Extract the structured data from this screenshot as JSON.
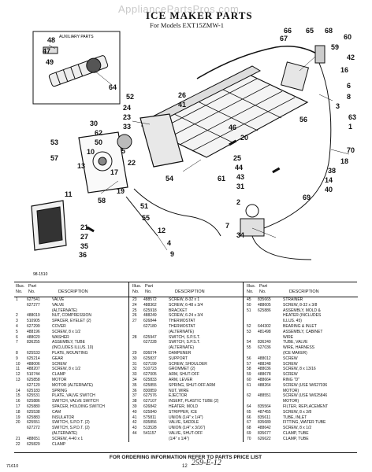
{
  "watermark": "AppliancePartsPros.com",
  "header": {
    "title": "ICE MAKER PARTS",
    "subtitle": "For Models EXT15ZMW-1"
  },
  "diagram": {
    "aux_title": "AUXILIARY PARTS",
    "figure_code": "98-1510",
    "callouts": [
      "48",
      "47",
      "49",
      "64",
      "66",
      "67",
      "65",
      "68",
      "60",
      "59",
      "42",
      "16",
      "6",
      "8",
      "3",
      "63",
      "1",
      "70",
      "52",
      "24",
      "23",
      "33",
      "30",
      "62",
      "50",
      "53",
      "57",
      "10",
      "5",
      "26",
      "41",
      "51",
      "55",
      "46",
      "20",
      "61",
      "13",
      "54",
      "22",
      "17",
      "19",
      "58",
      "11",
      "21",
      "27",
      "35",
      "36",
      "18",
      "38",
      "14",
      "40",
      "69",
      "25",
      "44",
      "43",
      "31",
      "2",
      "34",
      "7",
      "56",
      "12",
      "4",
      "9"
    ]
  },
  "table": {
    "headers": {
      "illus": "Illus.",
      "no": "No.",
      "part": "Part",
      "part_no": "No.",
      "desc": "DESCRIPTION"
    },
    "columns": [
      [
        [
          "1",
          "627541",
          "VALVE"
        ],
        [
          "",
          "627277",
          "VALVE"
        ],
        [
          "",
          "",
          "(ALTERNATE)"
        ],
        [
          "2",
          "488019",
          "NUT, COMPRESSION"
        ],
        [
          "3",
          "510905",
          "SPACER, EYELET (2)"
        ],
        [
          "4",
          "627299",
          "COVER"
        ],
        [
          "5",
          "488196",
          "SCREW, 8 x 1/2"
        ],
        [
          "6",
          "488020",
          "WASHER"
        ],
        [
          "7",
          "836255",
          "ASSEMBLY, TUBE"
        ],
        [
          "",
          "",
          "(INCLUDES ILLUS. 10)"
        ],
        [
          "8",
          "625533",
          "PLATE, MOUNTING"
        ],
        [
          "9",
          "625214",
          "GEAR"
        ],
        [
          "10",
          "488006",
          "SCREW"
        ],
        [
          "11",
          "488207",
          "SCREW, 8 x 1/2"
        ],
        [
          "12",
          "510744",
          "CLAMP"
        ],
        [
          "13",
          "625858",
          "MOTOR"
        ],
        [
          "",
          "627120",
          "MOTOR (ALTERNATE)"
        ],
        [
          "14",
          "625183",
          "SPRING"
        ],
        [
          "15",
          "625531",
          "PLATE, VALVE SWITCH"
        ],
        [
          "16",
          "625886",
          "SWITCH, VALVE SWITCH"
        ],
        [
          "17",
          "625880",
          "SPACER, HOLDING SWITCH"
        ],
        [
          "18",
          "625538",
          "CAM"
        ],
        [
          "19",
          "625883",
          "INSULATOR"
        ],
        [
          "20",
          "625551",
          "SWITCH, S.P.D.T. (2)"
        ],
        [
          "",
          "627272",
          "SWITCH, S.P.D.T. (2)"
        ],
        [
          "",
          "",
          "(ALTERNATE)"
        ],
        [
          "21",
          "488651",
          "SCREW, 4-40 x 1"
        ],
        [
          "22",
          "625829",
          "CLAMP"
        ]
      ],
      [
        [
          "23",
          "488572",
          "SCREW, 8-32 x 1"
        ],
        [
          "24",
          "488362",
          "SCREW, 6-48 x 3/4"
        ],
        [
          "25",
          "625918",
          "BRACKET"
        ],
        [
          "26",
          "488249",
          "SCREW, 6-24 x 3/4"
        ],
        [
          "27",
          "626844",
          "THERMOSTAT"
        ],
        [
          "",
          "627180",
          "THERMOSTAT"
        ],
        [
          "",
          "",
          "(ALTERNATE)"
        ],
        [
          "28",
          "625947",
          "SWITCH, S.P.S.T."
        ],
        [
          "",
          "627228",
          "SWITCH, S.P.S.T."
        ],
        [
          "",
          "",
          "(ALTERNATE)"
        ],
        [
          "29",
          "836074",
          "DAMPENER"
        ],
        [
          "30",
          "625837",
          "SUPPORT"
        ],
        [
          "31",
          "627199",
          "SCREW, SHOULDER"
        ],
        [
          "32",
          "510723",
          "GROMMET (2)"
        ],
        [
          "33",
          "627005",
          "ARM, SHUT-OFF"
        ],
        [
          "34",
          "625833",
          "ARM, LEVER"
        ],
        [
          "35",
          "625855",
          "SPRING, SHUT-OFF ARM"
        ],
        [
          "36",
          "830859",
          "NUT, WIRE"
        ],
        [
          "37",
          "627576",
          "EJECTOR"
        ],
        [
          "38",
          "627107",
          "INSERT, PLASTIC TUBE (2)"
        ],
        [
          "39",
          "626842",
          "HEATER, MOLD"
        ],
        [
          "40",
          "625840",
          "STRIPPER, ICE"
        ],
        [
          "41",
          "575811",
          "UNION (1/4\" x 1/4\")"
        ],
        [
          "42",
          "835856",
          "VALVE, SADDLE"
        ],
        [
          "43",
          "513528",
          "UNION (1/4\" x 3/16\")"
        ],
        [
          "44",
          "541157",
          "VALVE, SHUT-OFF"
        ],
        [
          "",
          "",
          "(1/4\" x 1/4\")"
        ]
      ],
      [
        [
          "45",
          "835665",
          "STRAINER"
        ],
        [
          "50",
          "488605",
          "SCREW, 8-32 x 3/8"
        ],
        [
          "51",
          "625886",
          "ASSEMBLY, MOLD &"
        ],
        [
          "",
          "",
          "HEATER (INCLUDES"
        ],
        [
          "",
          "",
          "ILLUS. 45)"
        ],
        [
          "52",
          "644302",
          "BEARING & INLET"
        ],
        [
          "53",
          "481498",
          "ASSEMBLY, CABINET"
        ],
        [
          "",
          "",
          "WIRE"
        ],
        [
          "54",
          "836240",
          "TUBE, VALVE"
        ],
        [
          "55",
          "627036",
          "WIRE, HARNESS"
        ],
        [
          "",
          "",
          "(ICE MAKER)"
        ],
        [
          "56",
          "488012",
          "SCREW"
        ],
        [
          "57",
          "488248",
          "SCREW"
        ],
        [
          "58",
          "488036",
          "SCREW, 8 x 13/16"
        ],
        [
          "59",
          "488678",
          "SCREW"
        ],
        [
          "60",
          "488664",
          "RING \"D\""
        ],
        [
          "61",
          "488264",
          "SCREW (USE W/627036"
        ],
        [
          "",
          "",
          "MOTOR)"
        ],
        [
          "62",
          "488551",
          "SCREW (USE W/625846"
        ],
        [
          "",
          "",
          "MOTOR)"
        ],
        [
          "64",
          "835564",
          "FILTER, REPLACEMENT"
        ],
        [
          "65",
          "487455",
          "SCREW, 8 x 3/8"
        ],
        [
          "66",
          "835611",
          "TUBE, INLET"
        ],
        [
          "67",
          "835689",
          "FITTING, WATER TUBE"
        ],
        [
          "68",
          "488642",
          "SCREW, 8 x 1/2"
        ],
        [
          "69",
          "835677",
          "CLAMP, TUBE"
        ],
        [
          "70",
          "626622",
          "CLAMP, TUBE"
        ]
      ]
    ]
  },
  "footer": {
    "ordering": "FOR ORDERING INFORMATION REFER TO PARTS PRICE LIST",
    "page_code": "71610",
    "page_number": "12",
    "handwritten": "259-E-12"
  }
}
